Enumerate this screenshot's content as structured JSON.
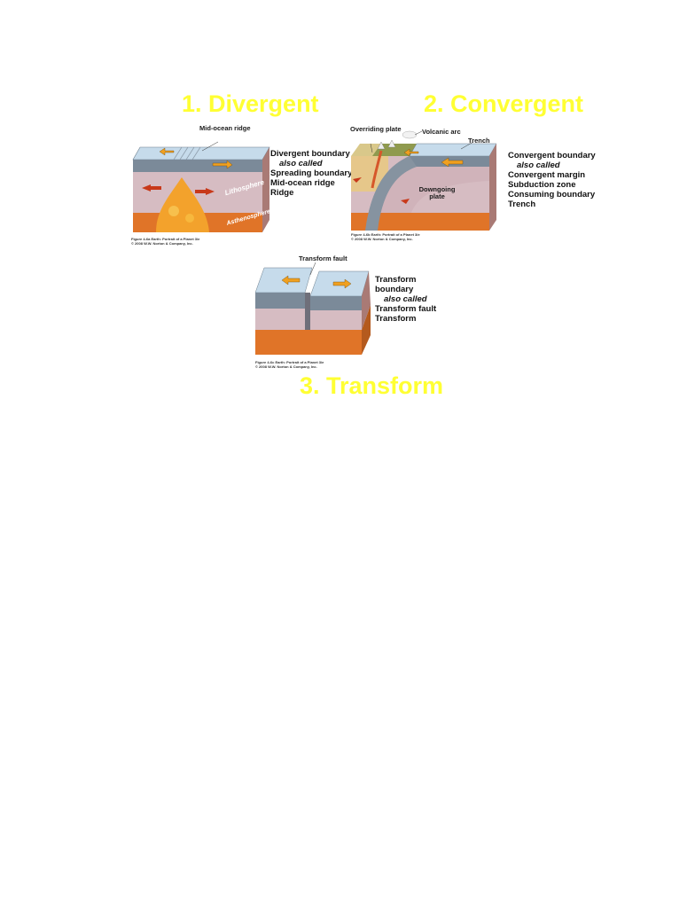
{
  "titles": {
    "divergent": "1. Divergent",
    "convergent": "2. Convergent",
    "transform": "3. Transform"
  },
  "divergent": {
    "callout": "Mid-ocean ridge",
    "layer_lithosphere": "Lithosphere",
    "layer_asthenosphere": "Asthenosphere",
    "terms": [
      "Divergent boundary",
      "also called",
      "Spreading boundary",
      "Mid-ocean ridge",
      "Ridge"
    ],
    "caption": [
      "Figure 4-6a Earth: Portrait of a Planet 3/e",
      "© 2008 W.W. Norton & Company, Inc."
    ]
  },
  "convergent": {
    "callout_overriding": "Overriding plate",
    "callout_arc": "Volcanic arc",
    "callout_trench": "Trench",
    "callout_downgoing": "Downgoing plate",
    "terms": [
      "Convergent boundary",
      "also called",
      "Convergent margin",
      "Subduction zone",
      "Consuming boundary",
      "Trench"
    ],
    "caption": [
      "Figure 4-6b Earth: Portrait of a Planet 3/e",
      "© 2008 W.W. Norton & Company, Inc."
    ]
  },
  "transform": {
    "callout": "Transform fault",
    "terms": [
      "Transform",
      "boundary",
      "also called",
      "Transform fault",
      "Transform"
    ],
    "caption": [
      "Figure 4-6c Earth: Portrait of a Planet 3/e",
      "© 2008 W.W. Norton & Company, Inc."
    ]
  },
  "colors": {
    "title": "#ffff33",
    "ocean_top": "#c9dcec",
    "crust": "#7d8c9a",
    "lithosphere": "#d3b9bf",
    "asthenosphere": "#e07428",
    "arrow": "#f0a020",
    "arrow_red": "#c8391a",
    "magma": "#f4a22a"
  }
}
